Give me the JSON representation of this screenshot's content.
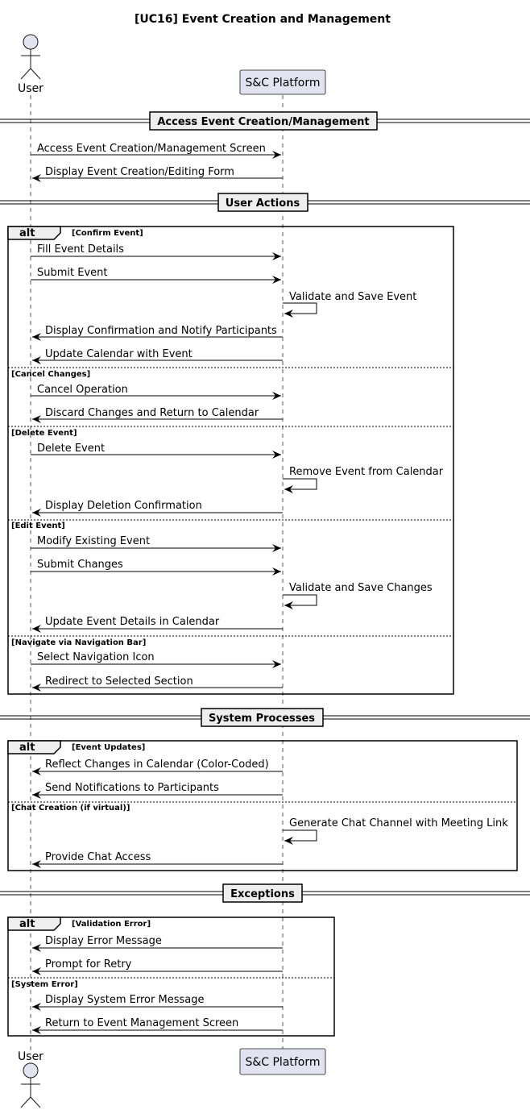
{
  "title": "[UC16] Event Creation and Management",
  "participants": {
    "user": "User",
    "platform": "S&C Platform"
  },
  "colors": {
    "participant_fill": "#E2E2F0",
    "participant_stroke": "#181818",
    "divider_fill": "#EEEEEE",
    "frame_tab_fill": "#EEEEEE"
  },
  "sections": {
    "access": "Access Event Creation/Management",
    "actions": "User Actions",
    "system": "System Processes",
    "exceptions": "Exceptions"
  },
  "alt_keyword": "alt",
  "messages": {
    "m1": "Access Event Creation/Management Screen",
    "m2": "Display Event Creation/Editing Form",
    "m3": "Fill Event Details",
    "m4": "Submit Event",
    "m5": "Validate and Save Event",
    "m6": "Display Confirmation and Notify Participants",
    "m7": "Update Calendar with Event",
    "m8": "Cancel Operation",
    "m9": "Discard Changes and Return to Calendar",
    "m10": "Delete Event",
    "m11": "Remove Event from Calendar",
    "m12": "Display Deletion Confirmation",
    "m13": "Modify Existing Event",
    "m14": "Submit Changes",
    "m15": "Validate and Save Changes",
    "m16": "Update Event Details in Calendar",
    "m17": "Select Navigation Icon",
    "m18": "Redirect to Selected Section",
    "m19": "Reflect Changes in Calendar (Color-Coded)",
    "m20": "Send Notifications to Participants",
    "m21": "Generate Chat Channel with Meeting Link",
    "m22": "Provide Chat Access",
    "m23": "Display Error Message",
    "m24": "Prompt for Retry",
    "m25": "Display System Error Message",
    "m26": "Return to Event Management Screen"
  },
  "guards": {
    "g1": "[Confirm Event]",
    "g2": "[Cancel Changes]",
    "g3": "[Delete Event]",
    "g4": "[Edit Event]",
    "g5": "[Navigate via Navigation Bar]",
    "g6": "[Event Updates]",
    "g7": "[Chat Creation (if virtual)]",
    "g8": "[Validation Error]",
    "g9": "[System Error]"
  }
}
